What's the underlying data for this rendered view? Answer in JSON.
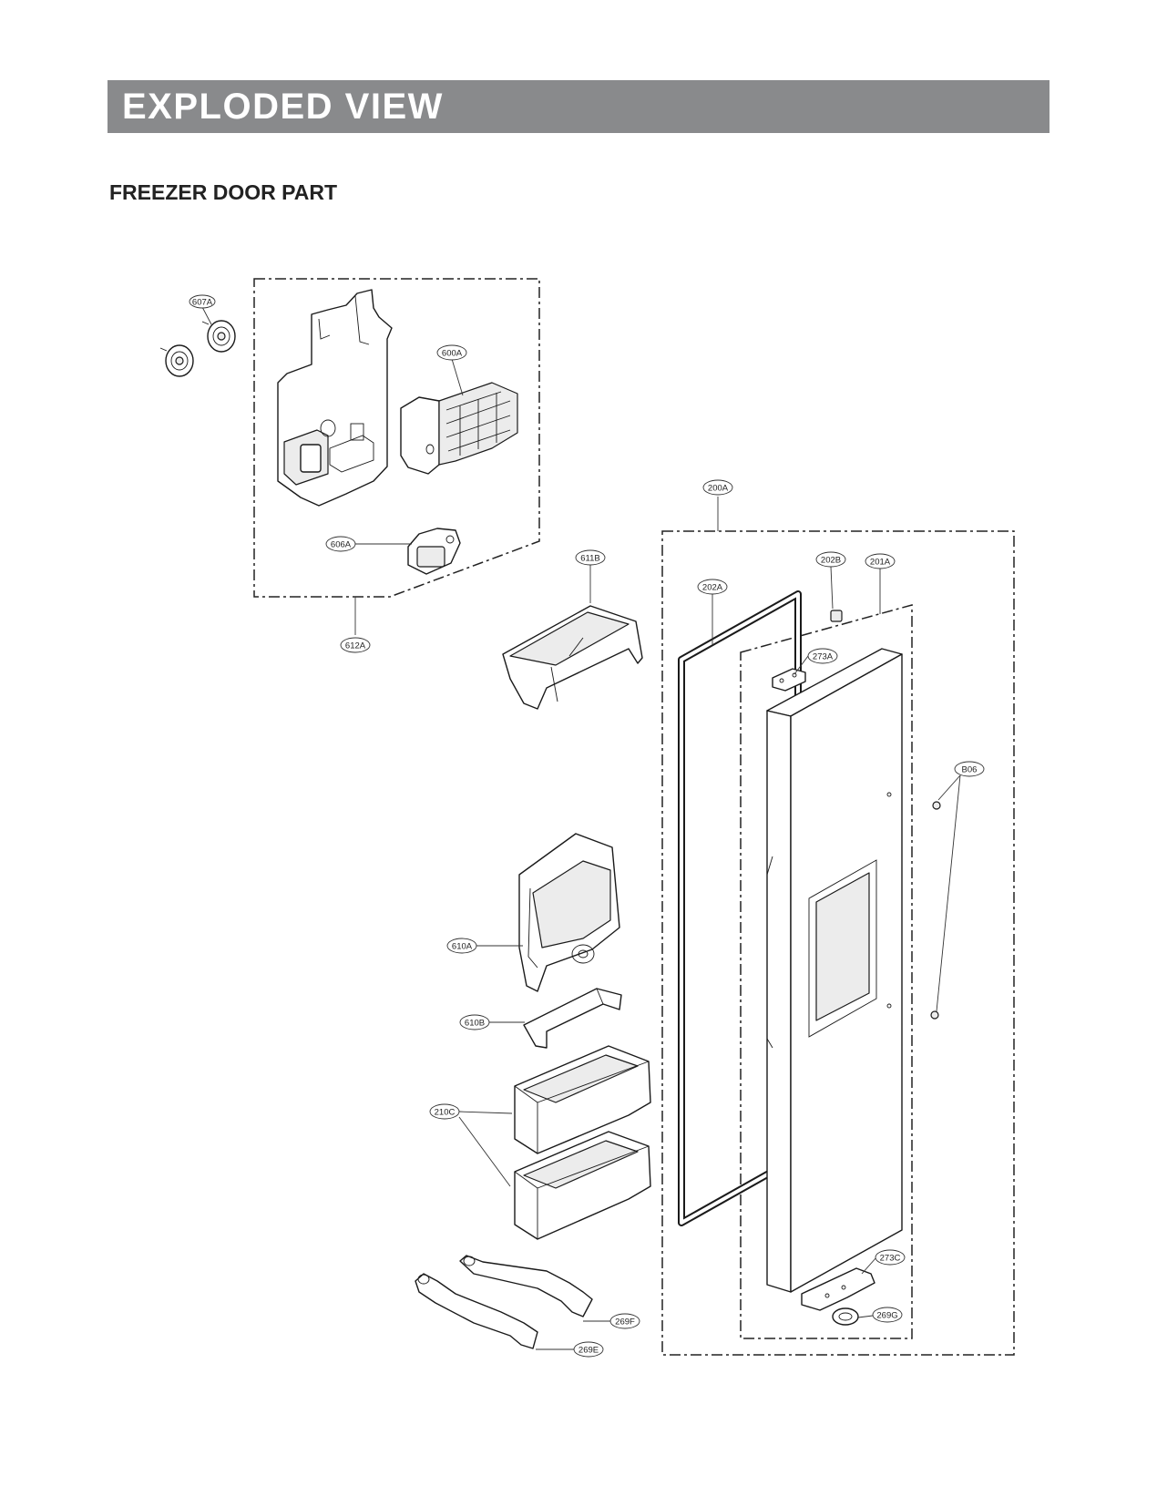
{
  "header": {
    "title": "EXPLODED VIEW"
  },
  "section": {
    "title": "FREEZER DOOR PART"
  },
  "callouts": [
    {
      "id": "c607A",
      "label": "607A"
    },
    {
      "id": "c600A",
      "label": "600A"
    },
    {
      "id": "c606A",
      "label": "606A"
    },
    {
      "id": "c612A",
      "label": "612A"
    },
    {
      "id": "c611B",
      "label": "611B"
    },
    {
      "id": "c200A",
      "label": "200A"
    },
    {
      "id": "c202B",
      "label": "202B"
    },
    {
      "id": "c201A",
      "label": "201A"
    },
    {
      "id": "c202A",
      "label": "202A"
    },
    {
      "id": "c273A",
      "label": "273A"
    },
    {
      "id": "cB06",
      "label": "B06"
    },
    {
      "id": "c610A",
      "label": "610A"
    },
    {
      "id": "c610B",
      "label": "610B"
    },
    {
      "id": "c210C",
      "label": "210C"
    },
    {
      "id": "c273C",
      "label": "273C"
    },
    {
      "id": "c269F",
      "label": "269F"
    },
    {
      "id": "c269G",
      "label": "269G"
    },
    {
      "id": "c269E",
      "label": "269E"
    }
  ]
}
